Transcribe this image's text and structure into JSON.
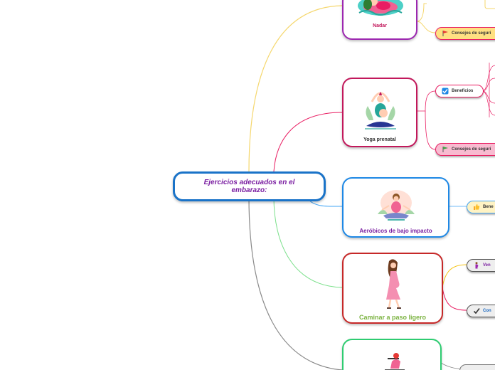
{
  "central": {
    "title": "Ejercicios adecuados en el embarazo:"
  },
  "nodes": {
    "nadar": {
      "label": "Nadar",
      "color": "#c2185b",
      "border": "#9c27b0"
    },
    "yoga": {
      "label": "Yoga prenatal",
      "color": "#333333",
      "border": "#c2185b"
    },
    "aerobicos": {
      "label": "Aeróbicos de bajo impacto",
      "color": "#7b1fa2",
      "border": "#1e88e5"
    },
    "caminar": {
      "label": "Caminar a paso ligero",
      "color": "#7cb342",
      "border": "#c62828"
    },
    "bici": {
      "label": "",
      "border": "#2ecc71"
    }
  },
  "pills": {
    "nadar_consejos": {
      "label": "Consejos de seguri",
      "icon": "red-flag-icon"
    },
    "yoga_beneficios": {
      "label": "Beneficios",
      "icon": "checkbox-icon"
    },
    "yoga_consejos": {
      "label": "Consejos de seguri",
      "icon": "green-flag-icon"
    },
    "aero_bene": {
      "label": "Bene",
      "icon": "thumbs-up-icon"
    },
    "caminar_ven": {
      "label": "Ven",
      "icon": "pregnant-icon"
    },
    "caminar_con": {
      "label": "Con",
      "icon": "check-mark-icon"
    }
  },
  "colors": {
    "central_border": "#1a73c8",
    "branch_nadar": "#f5d76e",
    "branch_yoga": "#e91e63",
    "branch_aero": "#42a5f5",
    "branch_caminar": "#7be08b",
    "branch_bici": "#8a8a8a"
  }
}
